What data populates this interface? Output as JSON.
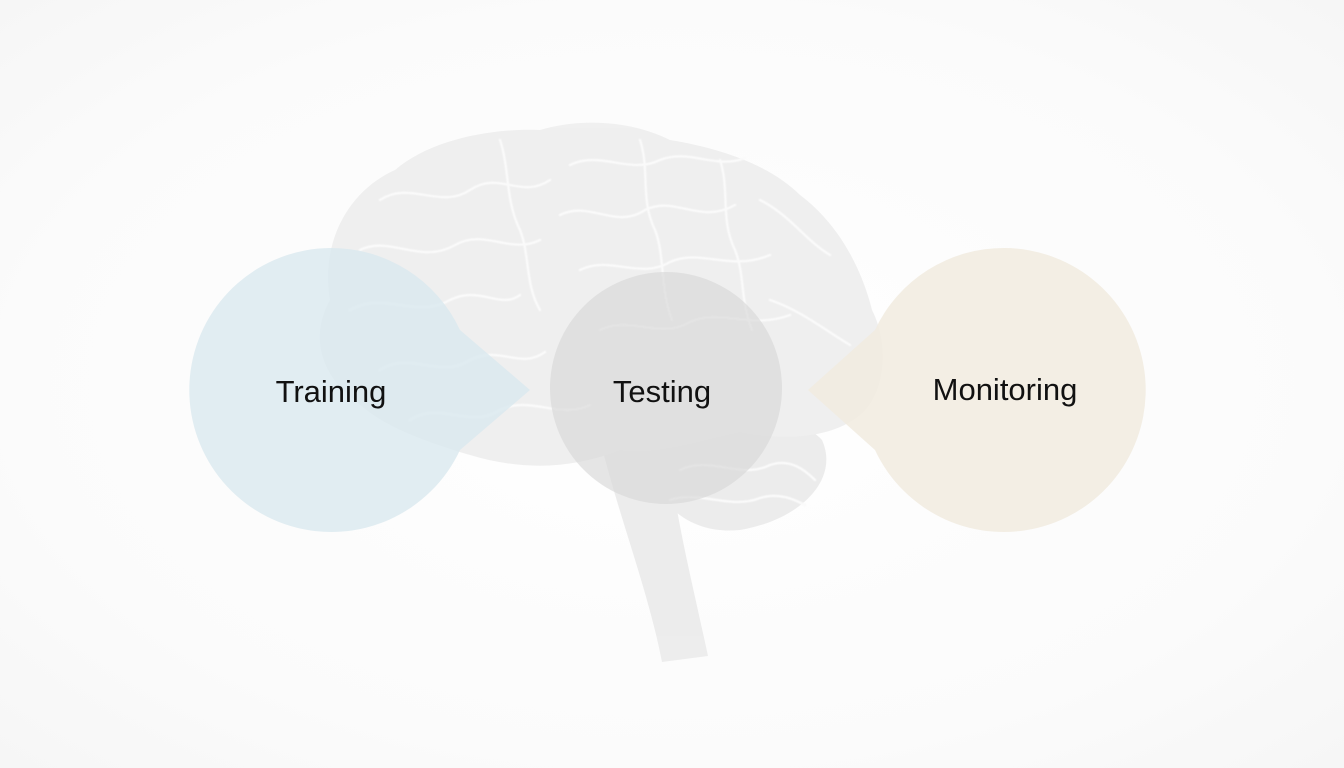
{
  "diagram": {
    "stages": [
      {
        "label": "Training",
        "fill": "#dbe9ef",
        "icon": "teardrop-right"
      },
      {
        "label": "Testing",
        "fill": "#d9d9d9",
        "icon": "circle"
      },
      {
        "label": "Monitoring",
        "fill": "#f1ebdf",
        "icon": "teardrop-left"
      }
    ],
    "illustration": {
      "icon": "brain-icon",
      "color": "#eeeeee"
    }
  }
}
